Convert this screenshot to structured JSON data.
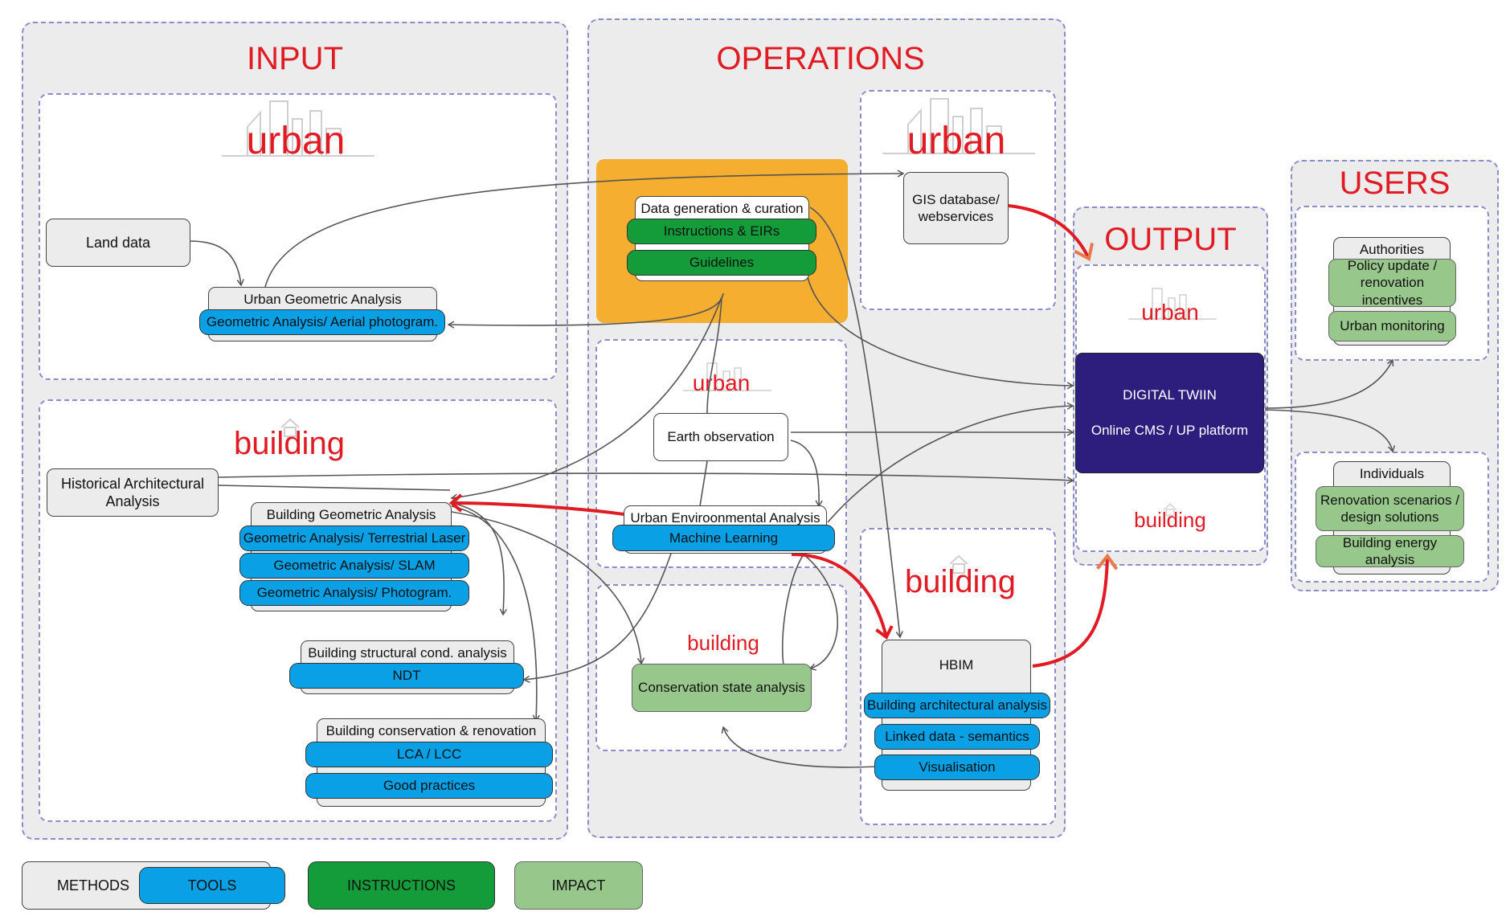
{
  "sections": {
    "input": "INPUT",
    "operations": "OPERATIONS",
    "output": "OUTPUT",
    "users": "USERS"
  },
  "scales": {
    "urban": "urban",
    "building": "building"
  },
  "input": {
    "land_data": "Land data",
    "urban_geometric": {
      "method": "Urban Geometric Analysis",
      "tool": "Geometric Analysis/ Aerial photogram."
    },
    "historical": "Historical Architectural Analysis",
    "building_geometric": {
      "method": "Building Geometric Analysis",
      "tools": [
        "Geometric Analysis/ Terrestrial Laser",
        "Geometric Analysis/  SLAM",
        "Geometric Analysis/  Photogram."
      ]
    },
    "structural": {
      "method": "Building structural cond. analysis",
      "tool": "NDT"
    },
    "conservation_renovation": {
      "method": "Building conservation & renovation",
      "tools": [
        "LCA / LCC",
        "Good practices"
      ]
    }
  },
  "operations": {
    "data_generation": {
      "method": "Data generation & curation",
      "instructions": [
        "Instructions & EIRs",
        "Guidelines"
      ]
    },
    "gis": "GIS database/ webservices",
    "earth_observation": "Earth observation",
    "urban_env": {
      "method": "Urban Enviroonmental Analysis",
      "tool": "Machine Learning"
    },
    "conservation_state": "Conservation state analysis",
    "hbim": {
      "method": "HBIM",
      "tools": [
        "Building architectural analysis",
        "Linked data - semantics",
        "Visualisation"
      ]
    }
  },
  "output": {
    "line1": "DIGITAL TWIIN",
    "line2": "Online CMS / UP platform"
  },
  "users": {
    "authorities": {
      "label": "Authorities",
      "impacts": [
        "Policy update / renovation incentives",
        "Urban monitoring"
      ]
    },
    "individuals": {
      "label": "Individuals",
      "impacts": [
        "Renovation scenarios / design solutions",
        "Building energy analysis"
      ]
    }
  },
  "legend": {
    "methods": "METHODS",
    "tools": "TOOLS",
    "instructions": "INSTRUCTIONS",
    "impact": "IMPACT"
  },
  "colors": {
    "heading_red": "#e01b24",
    "tool_blue": "#0aa0e6",
    "instruction_green": "#149c3a",
    "impact_green": "#98c78c",
    "data_generation_orange": "#f5ae2f",
    "digital_twin_navy": "#2d1e7e",
    "method_grey": "#ececec",
    "panel_dash": "#8c8ccc"
  },
  "icons": [
    "city-skyline-icon",
    "house-icon"
  ]
}
